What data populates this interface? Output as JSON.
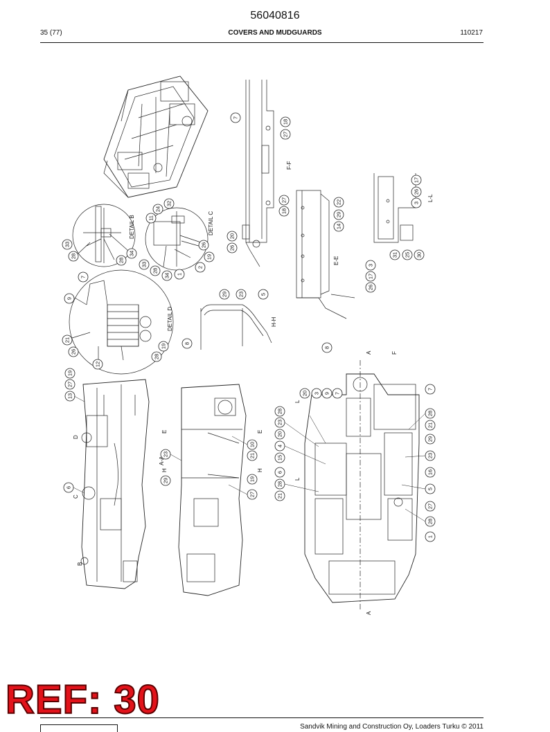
{
  "header": {
    "doc_number": "56040816",
    "page_ref": "35 (77)",
    "section_title": "COVERS AND MUDGUARDS",
    "date_code": "110217"
  },
  "footer": {
    "company": "Sandvik Mining and Construction Oy, Loaders Turku © 2011"
  },
  "stamp": {
    "text": "REF: 30",
    "color": "#e2131b"
  },
  "drawing": {
    "views": {
      "detail_b": "DETAIL B",
      "detail_c": "DETAIL C",
      "detail_d": "DETAIL D",
      "section_ff": "F-F",
      "section_ee": "E-E",
      "section_ll": "L-L",
      "section_hh": "H-H",
      "section_aa": "A-A"
    },
    "markers": {
      "A": "A",
      "B": "B",
      "C": "C",
      "D": "D",
      "E": "E",
      "F": "F",
      "H": "H",
      "L": "L"
    },
    "balloons": {
      "b1": "33",
      "b2": "28",
      "b3": "28",
      "b4": "34",
      "c1": "11",
      "c2": "24",
      "c3": "32",
      "c4": "26",
      "c5": "19",
      "c6": "2",
      "c7": "1",
      "c8": "34",
      "c9": "28",
      "c10": "33",
      "f1": "7",
      "f2": "18",
      "f3": "27",
      "f4": "18",
      "f5": "27",
      "f6": "20",
      "f7": "26",
      "f8": "22",
      "f9": "29",
      "f10": "14",
      "l1": "17",
      "l2": "26",
      "l3": "3",
      "l4": "31",
      "l5": "25",
      "l6": "30",
      "e1": "3",
      "e2": "17",
      "e3": "26",
      "d1": "7",
      "d2": "9",
      "d3": "21",
      "d4": "26",
      "d5": "12",
      "d6": "19",
      "d7": "28",
      "h1": "29",
      "h2": "23",
      "h3": "5",
      "h4": "8",
      "h5": "8",
      "a1": "13",
      "a2": "27",
      "a3": "19",
      "a4": "6",
      "m1": "23",
      "m2": "29",
      "m3": "27",
      "m4": "19",
      "m5": "21",
      "m6": "10",
      "p1": "20",
      "p2": "3",
      "p3": "9",
      "p4": "7",
      "p5": "28",
      "p6": "23",
      "p7": "20",
      "p8": "4",
      "p9": "15",
      "p10": "6",
      "p11": "28",
      "p12": "21",
      "p13": "7",
      "p14": "28",
      "p15": "21",
      "p16": "29",
      "p17": "23",
      "p18": "16",
      "p19": "5",
      "p20": "27",
      "p21": "28",
      "p22": "1"
    }
  }
}
